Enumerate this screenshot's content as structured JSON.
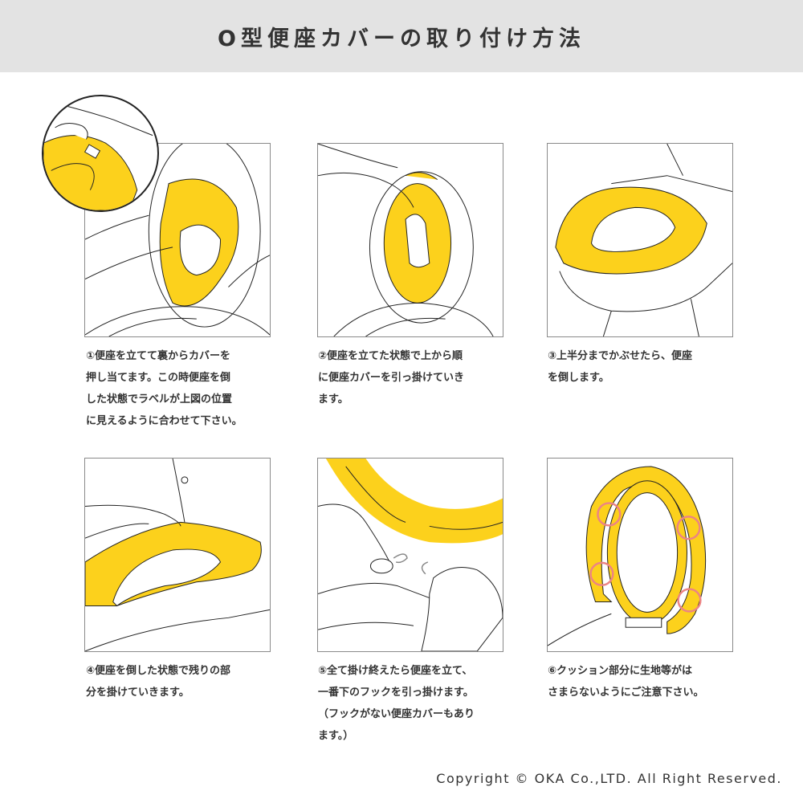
{
  "header": {
    "title": "O型便座カバーの取り付け方法"
  },
  "colors": {
    "cover_yellow": "#fcd11c",
    "header_bg": "#e3e3e3",
    "frame": "#8a8a8a",
    "highlight_circle": "#ec8484",
    "text": "#333333"
  },
  "steps": [
    {
      "number": "①",
      "illustration": "lift-seat-press-cover-from-back-with-label-zoom",
      "text": "①便座を立てて裏からカバーを\n押し当てます。この時便座を倒\nした状態でラベルが上図の位置\nに見えるように合わせて下さい。"
    },
    {
      "number": "②",
      "illustration": "hook-cover-from-top-with-seat-raised",
      "text": "②便座を立てた状態で上から順\nに便座カバーを引っ掛けていき\nます。"
    },
    {
      "number": "③",
      "illustration": "cover-upper-half-seat-lowered",
      "text": "③上半分までかぶせたら、便座\nを倒します。"
    },
    {
      "number": "④",
      "illustration": "hook-remaining-part-seat-lowered",
      "text": "④便座を倒した状態で残りの部\n分を掛けていきます。"
    },
    {
      "number": "⑤",
      "illustration": "hook-bottom-fastener",
      "text": "⑤全て掛け終えたら便座を立て、\n一番下のフックを引っ掛けます。\n（フックがない便座カバーもあり\nます。）"
    },
    {
      "number": "⑥",
      "illustration": "check-cushions-not-caught",
      "text": "⑥クッション部分に生地等がは\nさまらないようにご注意下さい。"
    }
  ],
  "footer": {
    "copyright": "Copyright  © OKA Co.,LTD. All Right Reserved."
  }
}
